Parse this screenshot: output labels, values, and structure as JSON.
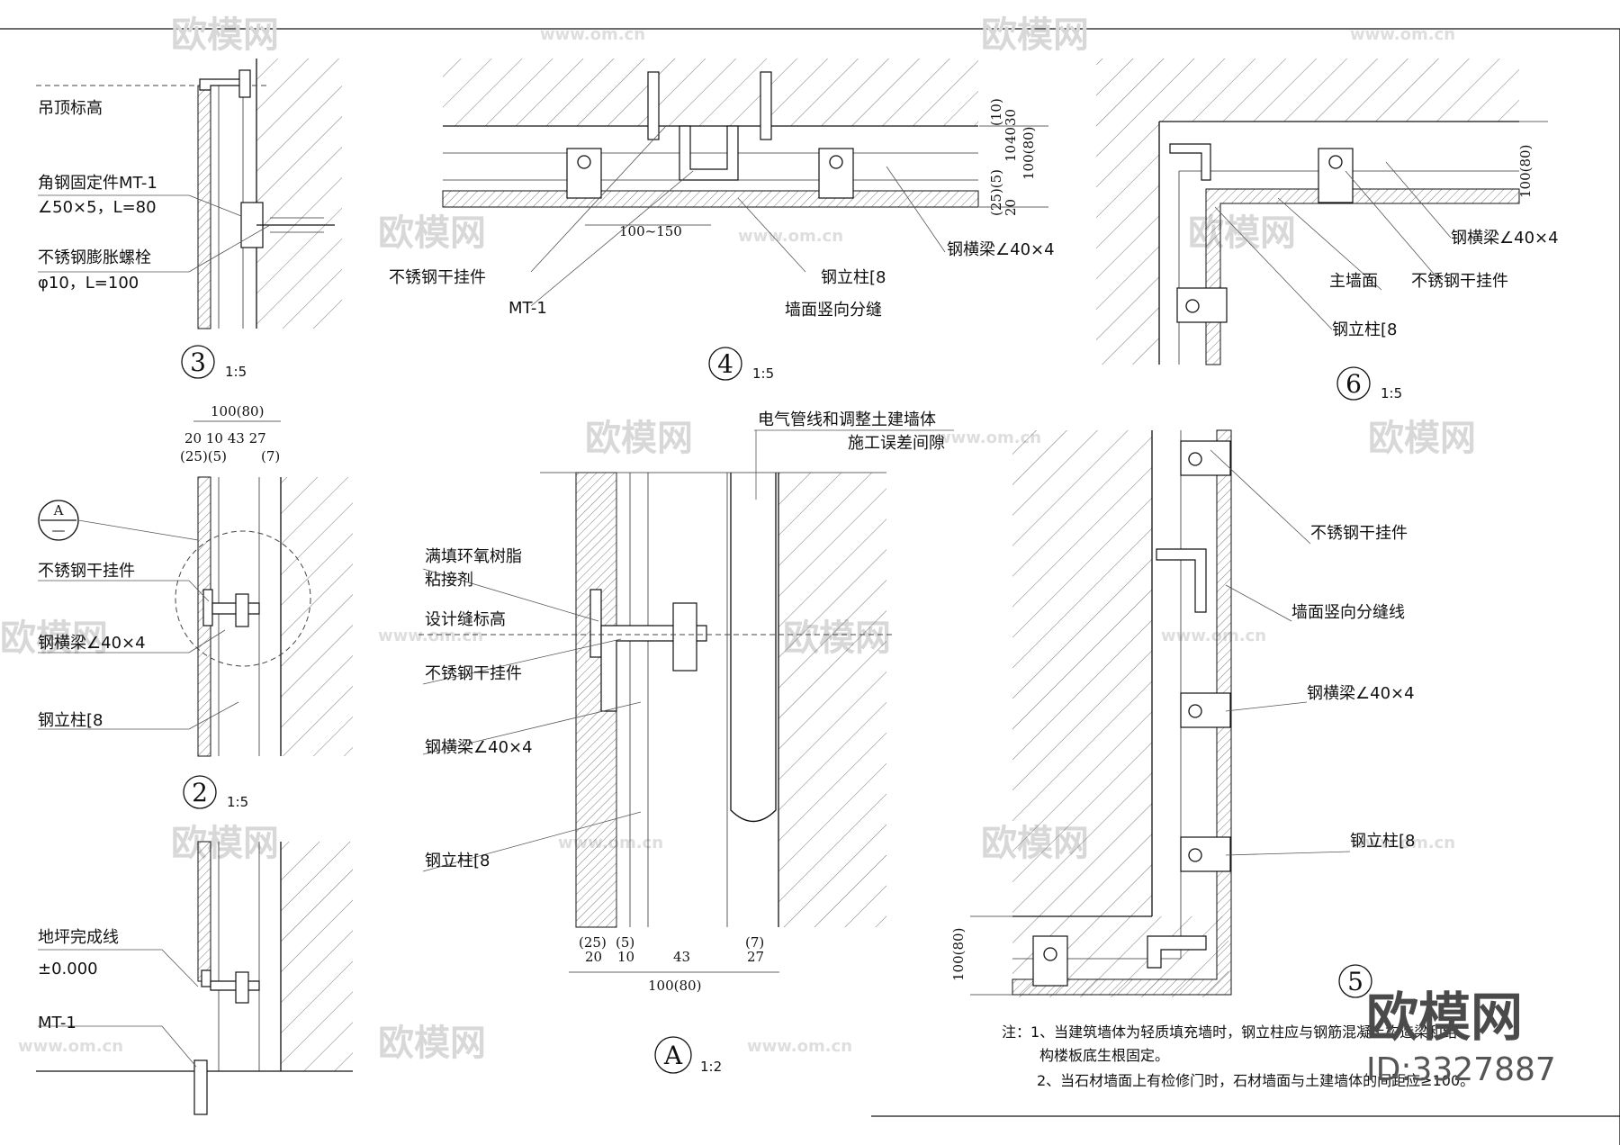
{
  "watermark": {
    "brand": "欧模网",
    "site": "www.om.cn",
    "id": "ID:3327887"
  },
  "details": {
    "d3": {
      "number": "3",
      "scale": "1:5",
      "labels": [
        "吊顶标高",
        "角钢固定件MT-1",
        "∠50×5，L=80",
        "不锈钢膨胀螺栓",
        "φ10，L=100"
      ]
    },
    "d4": {
      "number": "4",
      "scale": "1:5",
      "labels": [
        "不锈钢干挂件",
        "MT-1",
        "钢立柱[8",
        "墙面竖向分缝",
        "钢横梁∠40×4"
      ],
      "dims": [
        "100~150",
        "(10)",
        "30",
        "100(80)",
        "40",
        "10",
        "(25)(5)",
        "20"
      ]
    },
    "d6": {
      "number": "6",
      "scale": "1:5",
      "labels": [
        "钢横梁∠40×4",
        "主墙面",
        "不锈钢干挂件",
        "钢立柱[8"
      ],
      "dims": [
        "100(80)"
      ]
    },
    "d2": {
      "number": "2",
      "scale": "1:5",
      "labels": [
        "不锈钢干挂件",
        "钢横梁∠40×4",
        "钢立柱[8"
      ],
      "ref": {
        "top": "A",
        "bottom": "—"
      },
      "dims": [
        "100(80)",
        "20 10 43  27",
        "(25)(5)",
        "(7)"
      ]
    },
    "dA": {
      "number": "A",
      "scale": "1:2",
      "labels": [
        "电气管线和调整土建墙体",
        "施工误差间隙",
        "满填环氧树脂",
        "粘接剂",
        "设计缝标高",
        "不锈钢干挂件",
        "钢横梁∠40×4",
        "钢立柱[8"
      ],
      "dims_top": [
        "(25)",
        "(5)",
        "(7)"
      ],
      "dims_bottom": [
        "20",
        "10",
        "43",
        "27"
      ],
      "dims_total": "100(80)"
    },
    "d1": {
      "labels": [
        "地坪完成线",
        "±0.000",
        "MT-1"
      ]
    },
    "d5": {
      "number": "5",
      "labels": [
        "不锈钢干挂件",
        "墙面竖向分缝线",
        "钢横梁∠40×4",
        "钢立柱[8"
      ],
      "dims": [
        "100(80)"
      ]
    }
  },
  "notes": {
    "line1": "注：1、当建筑墙体为轻质填充墙时，钢立柱应与钢筋混凝土构造梁和结",
    "line1b": "构楼板底生根固定。",
    "line2": "2、当石材墙面上有检修门时，石材墙面与土建墙体的间距应≥100。"
  }
}
